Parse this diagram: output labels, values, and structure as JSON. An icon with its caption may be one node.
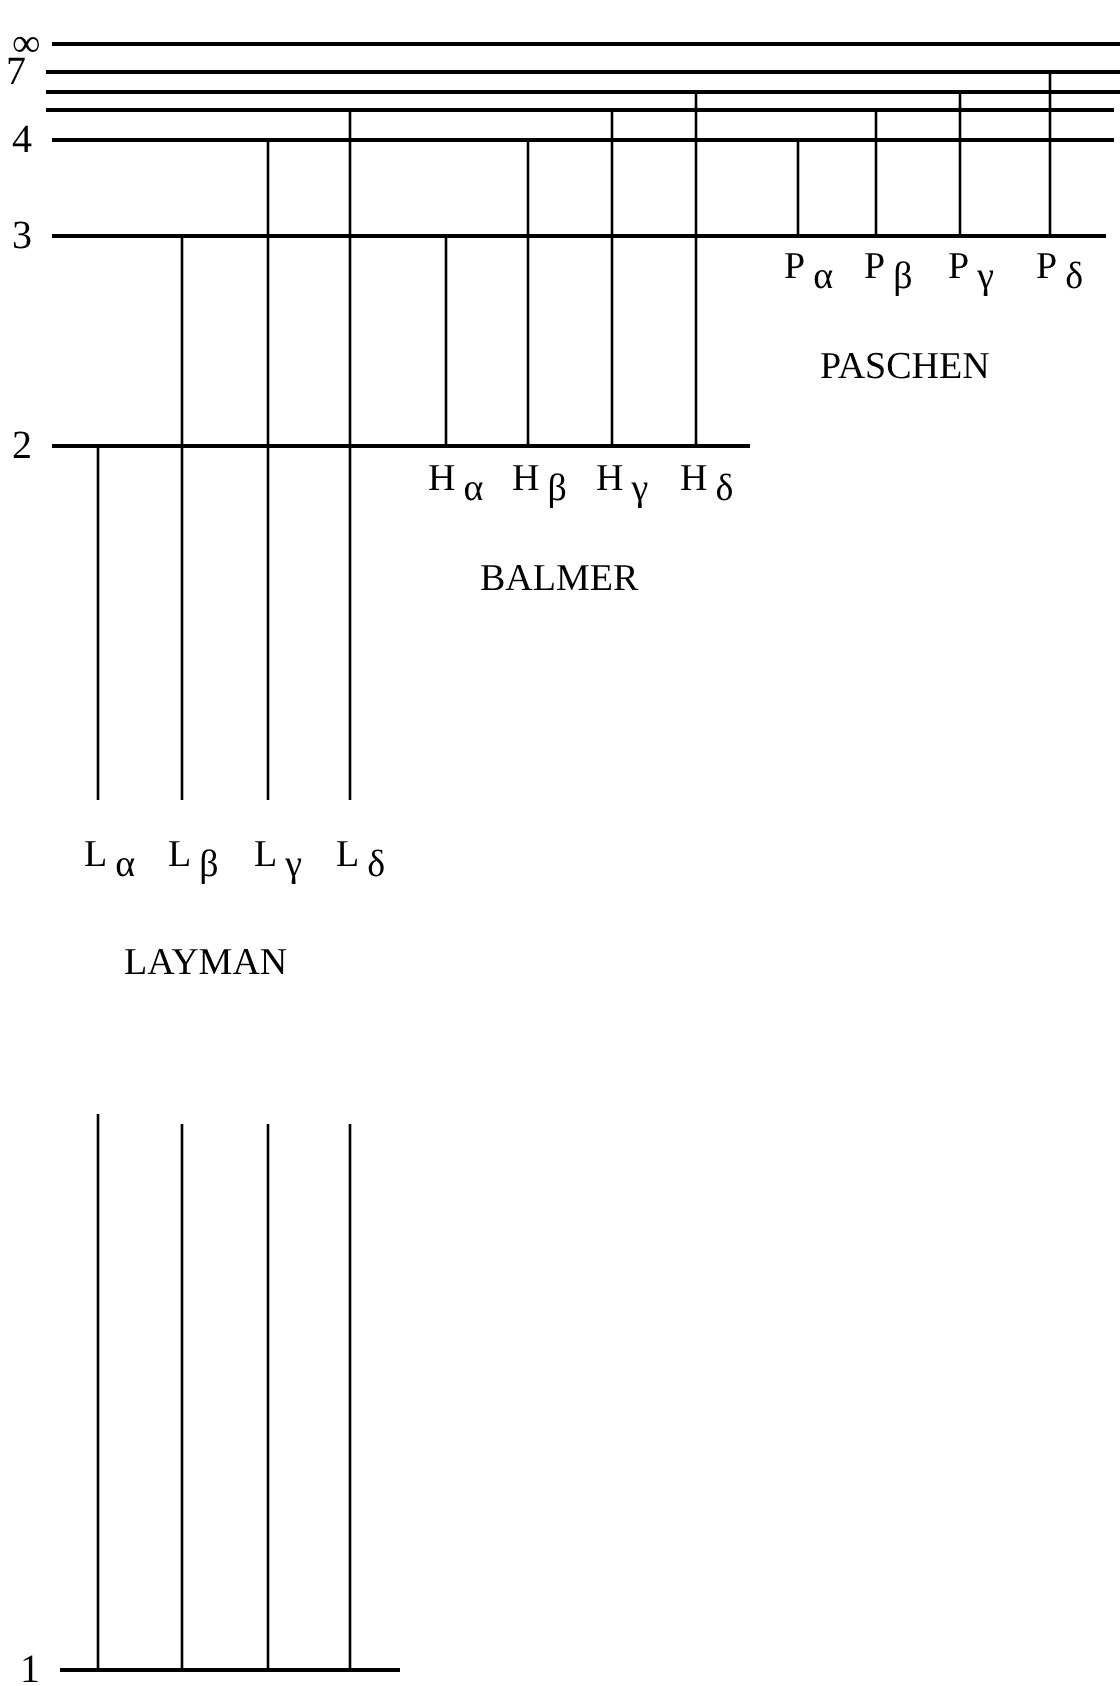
{
  "diagram": {
    "nodes": [
      {
        "text": [
          "∞"
        ]
      },
      {
        "text": [
          "7"
        ]
      },
      {
        "text": [],
        "shape": "bar"
      },
      {
        "text": [],
        "shape": "bar"
      },
      {
        "text": [
          "4"
        ]
      },
      {
        "text": [
          "3"
        ]
      },
      {
        "text": [
          "2"
        ]
      },
      {
        "text": [
          "1"
        ]
      }
    ],
    "edges": [
      {
        "from": 6,
        "to": 7,
        "arrow": "none",
        "label": "L$_{α}$"
      },
      {
        "from": 5,
        "to": 7,
        "arrow": "none",
        "label": "L$_{β}$"
      },
      {
        "from": 4,
        "to": 7,
        "arrow": "none",
        "label": "L$_{γ}$"
      },
      {
        "from": 3,
        "to": 7,
        "arrow": "none",
        "label": "L$_{δ}$"
      },
      {
        "from": 5,
        "to": 6,
        "arrow": "none",
        "label": "H$_{α}$"
      },
      {
        "from": 4,
        "to": 6,
        "arrow": "none",
        "label": "H$_{β}$"
      },
      {
        "from": 3,
        "to": 6,
        "arrow": "none",
        "label": "H$_{γ}$"
      },
      {
        "from": 2,
        "to": 6,
        "arrow": "none",
        "label": "H$_{δ}$"
      },
      {
        "from": 4,
        "to": 5,
        "arrow": "none",
        "label": "P$_{α}$"
      },
      {
        "from": 3,
        "to": 5,
        "arrow": "none",
        "label": "P$_{β}$"
      },
      {
        "from": 2,
        "to": 5,
        "arrow": "none",
        "label": "P$_{γ}$"
      },
      {
        "from": 1,
        "to": 5,
        "arrow": "none",
        "label": "P$_{δ}$"
      }
    ],
    "labels": [
      "PASCHEN",
      "BALMER",
      "LAYMAN"
    ]
  }
}
